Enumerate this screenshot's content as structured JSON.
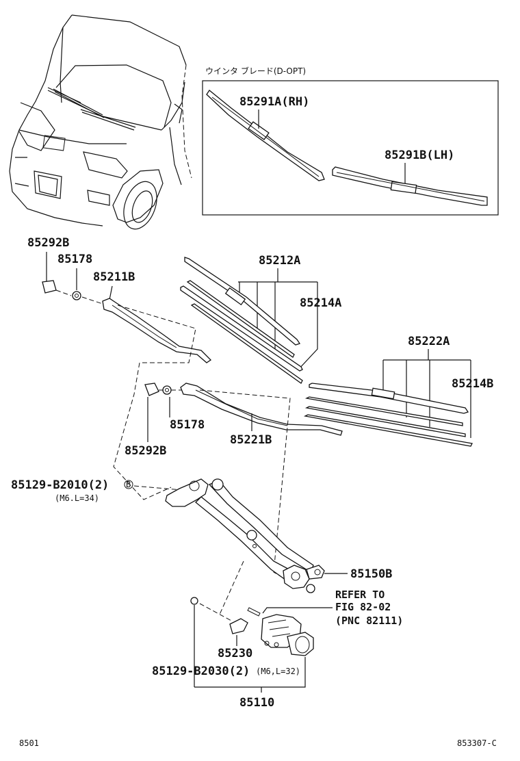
{
  "box": {
    "title": "ウインタ ブレード(D-OPT)"
  },
  "labels": {
    "p85291A": "85291A(RH)",
    "p85291B": "85291B(LH)",
    "p85292B_top": "85292B",
    "p85178_top": "85178",
    "p85211B": "85211B",
    "p85212A": "85212A",
    "p85214A": "85214A",
    "p85222A": "85222A",
    "p85214B": "85214B",
    "p85178_mid": "85178",
    "p85221B": "85221B",
    "p85292B_mid": "85292B",
    "bolt1": "85129-B2010(2)",
    "bolt1_spec": "(M6.L=34)",
    "bolt1_mark": "B",
    "p85150B": "85150B",
    "refer_line1": "REFER TO",
    "refer_line2": "FIG 82-02",
    "refer_line3": "(PNC 82111)",
    "p85230": "85230",
    "bolt2": "85129-B2030(2)",
    "bolt2_spec": "(M6,L=32)",
    "p85110": "85110"
  },
  "footer": {
    "left": "8501",
    "right": "853307-C"
  }
}
